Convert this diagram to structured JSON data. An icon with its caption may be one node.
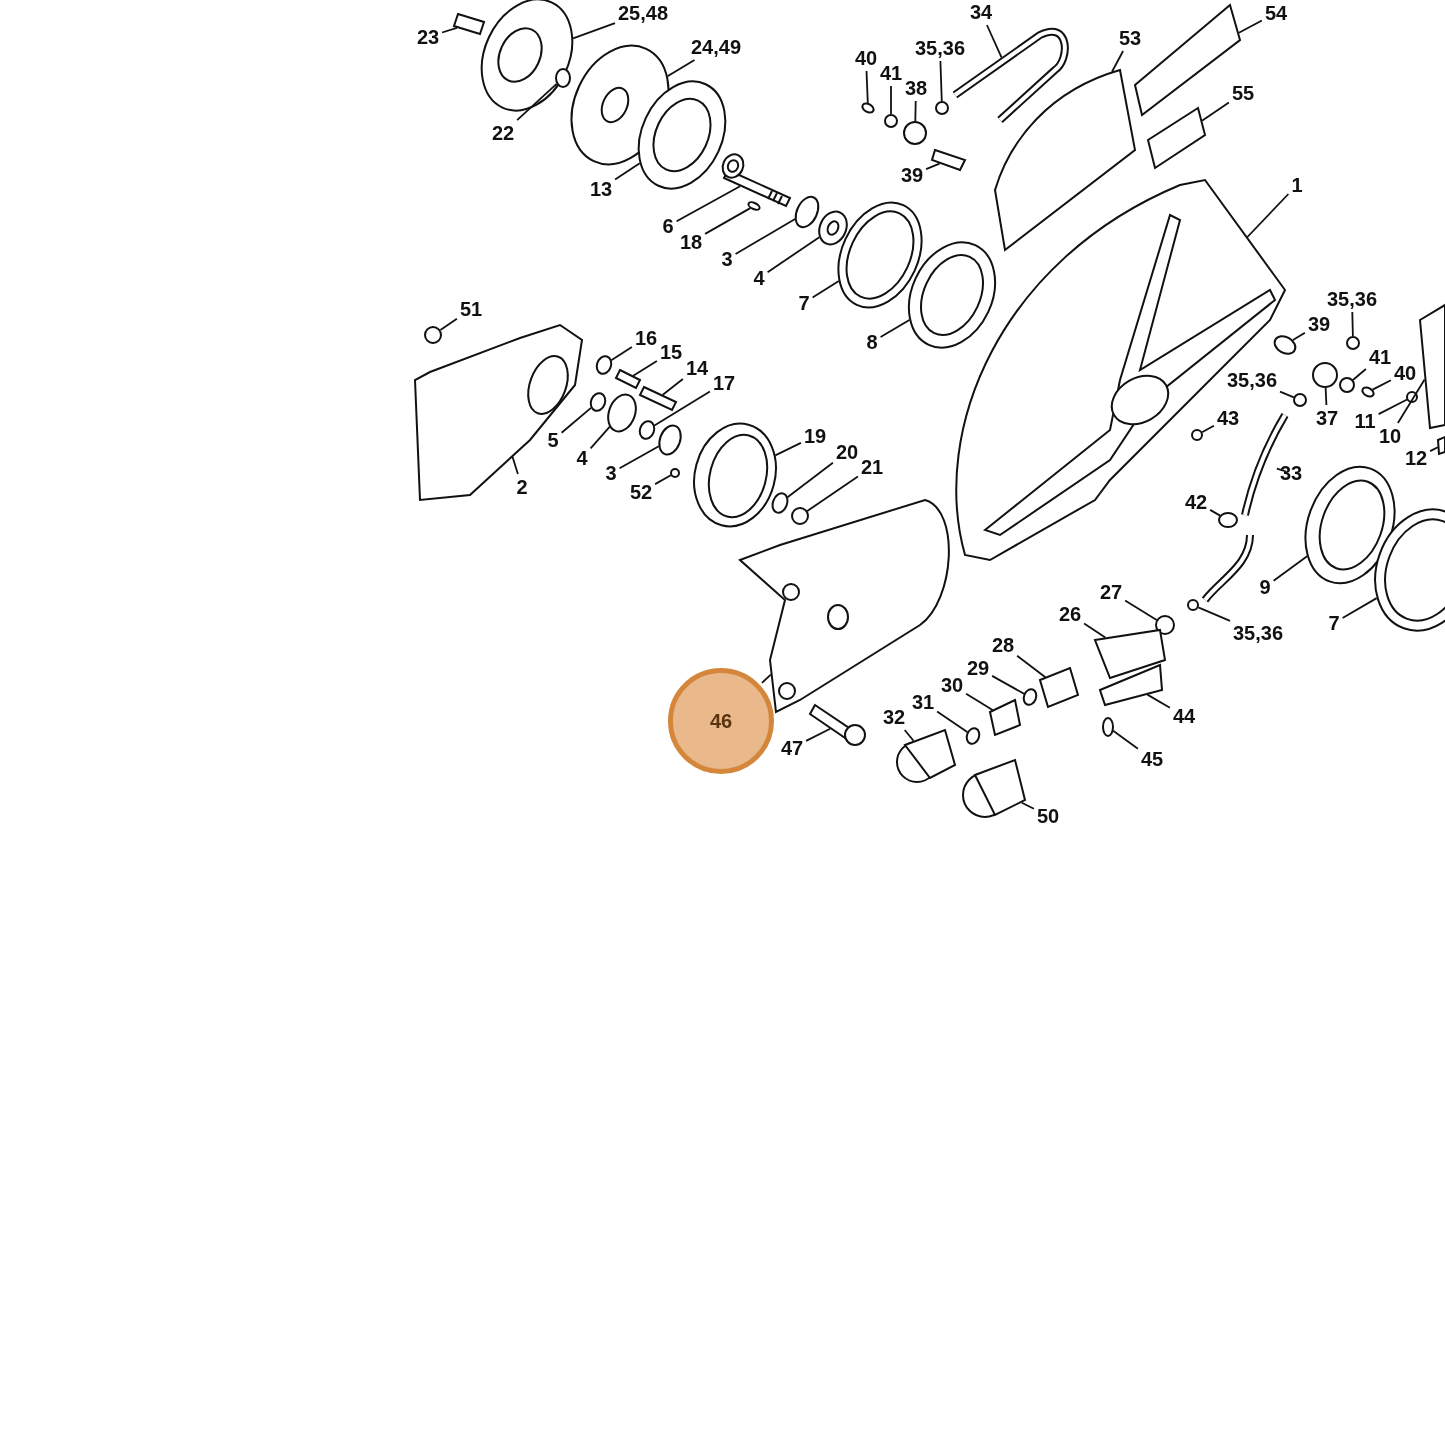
{
  "diagram": {
    "nodes": [
      {
        "text": [
          "23"
        ]
      },
      {
        "text": [
          "25,48"
        ]
      },
      {
        "text": [
          "24,49"
        ]
      },
      {
        "text": [
          "22"
        ]
      },
      {
        "text": [
          "13"
        ]
      },
      {
        "text": [
          "6"
        ]
      },
      {
        "text": [
          "18"
        ]
      },
      {
        "text": [
          "3"
        ]
      },
      {
        "text": [
          "4"
        ]
      },
      {
        "text": [
          "40"
        ]
      },
      {
        "text": [
          "41"
        ]
      },
      {
        "text": [
          "38"
        ]
      },
      {
        "text": [
          "35,36"
        ]
      },
      {
        "text": [
          "34"
        ]
      },
      {
        "text": [
          "53"
        ]
      },
      {
        "text": [
          "54"
        ]
      },
      {
        "text": [
          "55"
        ]
      },
      {
        "text": [
          "39"
        ]
      },
      {
        "text": [
          "1"
        ]
      },
      {
        "text": [
          "7"
        ]
      },
      {
        "text": [
          "8"
        ]
      },
      {
        "text": [
          "51"
        ]
      },
      {
        "text": [
          "16"
        ]
      },
      {
        "text": [
          "15"
        ]
      },
      {
        "text": [
          "14"
        ]
      },
      {
        "text": [
          "17"
        ]
      },
      {
        "text": [
          "5"
        ]
      },
      {
        "text": [
          "4"
        ]
      },
      {
        "text": [
          "3"
        ]
      },
      {
        "text": [
          "52"
        ]
      },
      {
        "text": [
          "2"
        ]
      },
      {
        "text": [
          "19"
        ]
      },
      {
        "text": [
          "20"
        ]
      },
      {
        "text": [
          "21"
        ]
      },
      {
        "text": [
          "35,36"
        ]
      },
      {
        "text": [
          "39"
        ]
      },
      {
        "text": [
          "41"
        ]
      },
      {
        "text": [
          "40"
        ]
      },
      {
        "text": [
          "35,36"
        ]
      },
      {
        "text": [
          "37"
        ]
      },
      {
        "text": [
          "11"
        ]
      },
      {
        "text": [
          "43"
        ]
      },
      {
        "text": [
          "10"
        ]
      },
      {
        "text": [
          "12"
        ]
      },
      {
        "text": [
          "33"
        ]
      },
      {
        "text": [
          "42"
        ]
      },
      {
        "text": [
          "9"
        ]
      },
      {
        "text": [
          "7"
        ]
      },
      {
        "text": [
          "27"
        ]
      },
      {
        "text": [
          "35,36"
        ]
      },
      {
        "text": [
          "26"
        ]
      },
      {
        "text": [
          "28"
        ]
      },
      {
        "text": [
          "29"
        ]
      },
      {
        "text": [
          "30"
        ]
      },
      {
        "text": [
          "31"
        ]
      },
      {
        "text": [
          "32"
        ]
      },
      {
        "text": [
          "44"
        ]
      },
      {
        "text": [
          "45"
        ]
      },
      {
        "text": [
          "50"
        ]
      },
      {
        "text": [
          "46"
        ]
      },
      {
        "text": [
          "47"
        ]
      },
      {
        "text": [],
        "shape": "box"
      },
      {
        "text": [],
        "shape": "picture"
      },
      {
        "text": [],
        "shape": "picture"
      },
      {
        "text": [],
        "shape": "circle"
      },
      {
        "text": [],
        "shape": "picture"
      },
      {
        "text": [],
        "shape": "picture"
      },
      {
        "text": [],
        "shape": "circle"
      },
      {
        "text": [],
        "shape": "circle"
      },
      {
        "text": [],
        "shape": "picture"
      },
      {
        "text": [],
        "shape": "circle"
      },
      {
        "text": [],
        "shape": "circle"
      },
      {
        "text": [],
        "shape": "circle"
      },
      {
        "text": [],
        "shape": "circle"
      },
      {
        "text": [],
        "shape": "picture"
      },
      {
        "text": [],
        "shape": "box"
      },
      {
        "text": [],
        "shape": "box"
      },
      {
        "text": [],
        "shape": "box"
      },
      {
        "text": [],
        "shape": "box"
      },
      {
        "text": [],
        "shape": "picture"
      },
      {
        "text": [],
        "shape": "picture"
      },
      {
        "text": [],
        "shape": "picture"
      },
      {
        "text": [],
        "shape": "circle"
      },
      {
        "text": [],
        "shape": "circle"
      },
      {
        "text": [],
        "shape": "box"
      },
      {
        "text": [],
        "shape": "box"
      },
      {
        "text": [],
        "shape": "circle"
      },
      {
        "text": [],
        "shape": "circle"
      },
      {
        "text": [],
        "shape": "circle"
      },
      {
        "text": [],
        "shape": "circle"
      },
      {
        "text": [],
        "shape": "circle"
      },
      {
        "text": [],
        "shape": "picture"
      },
      {
        "text": [],
        "shape": "picture"
      },
      {
        "text": [],
        "shape": "circle"
      },
      {
        "text": [],
        "shape": "circle"
      },
      {
        "text": [],
        "shape": "circle"
      },
      {
        "text": [],
        "shape": "circle"
      },
      {
        "text": [],
        "shape": "circle"
      },
      {
        "text": [],
        "shape": "circle"
      },
      {
        "text": [],
        "shape": "circle"
      },
      {
        "text": [],
        "shape": "circle"
      },
      {
        "text": [],
        "shape": "circle"
      },
      {
        "text": [],
        "shape": "circle"
      },
      {
        "text": [],
        "shape": "box"
      },
      {
        "text": [],
        "shape": "box"
      },
      {
        "text": [],
        "shape": "picture"
      },
      {
        "text": [],
        "shape": "circle"
      },
      {
        "text": [],
        "shape": "picture"
      },
      {
        "text": [],
        "shape": "picture"
      },
      {
        "text": [],
        "shape": "circle"
      },
      {
        "text": [],
        "shape": "circle"
      },
      {
        "text": [],
        "shape": "box"
      },
      {
        "text": [],
        "shape": "box"
      },
      {
        "text": [],
        "shape": "circle"
      },
      {
        "text": [],
        "shape": "box"
      },
      {
        "text": [],
        "shape": "circle"
      },
      {
        "text": [],
        "shape": "picture"
      },
      {
        "text": [],
        "shape": "box"
      },
      {
        "text": [],
        "shape": "circle"
      },
      {
        "text": [],
        "shape": "picture"
      },
      {
        "text": [],
        "shape": "picture"
      },
      {
        "text": [],
        "shape": "picture"
      }
    ],
    "edges": [
      {
        "from": 0,
        "to": 61,
        "arrow": "none"
      },
      {
        "from": 1,
        "to": 62,
        "arrow": "none"
      },
      {
        "from": 2,
        "to": 63,
        "arrow": "none"
      },
      {
        "from": 3,
        "to": 64,
        "arrow": "none"
      },
      {
        "from": 4,
        "to": 65,
        "arrow": "none"
      },
      {
        "from": 5,
        "to": 66,
        "arrow": "none"
      },
      {
        "from": 6,
        "to": 67,
        "arrow": "none"
      },
      {
        "from": 7,
        "to": 68,
        "arrow": "none"
      },
      {
        "from": 8,
        "to": 69,
        "arrow": "none"
      },
      {
        "from": 9,
        "to": 70,
        "arrow": "none"
      },
      {
        "from": 10,
        "to": 71,
        "arrow": "none"
      },
      {
        "from": 11,
        "to": 72,
        "arrow": "none"
      },
      {
        "from": 12,
        "to": 73,
        "arrow": "none"
      },
      {
        "from": 13,
        "to": 74,
        "arrow": "none"
      },
      {
        "from": 14,
        "to": 75,
        "arrow": "none"
      },
      {
        "from": 15,
        "to": 76,
        "arrow": "none"
      },
      {
        "from": 16,
        "to": 77,
        "arrow": "none"
      },
      {
        "from": 17,
        "to": 78,
        "arrow": "none"
      },
      {
        "from": 18,
        "to": 79,
        "arrow": "none"
      },
      {
        "from": 19,
        "to": 80,
        "arrow": "none"
      },
      {
        "from": 20,
        "to": 81,
        "arrow": "none"
      },
      {
        "from": 21,
        "to": 82,
        "arrow": "none"
      },
      {
        "from": 22,
        "to": 83,
        "arrow": "none"
      },
      {
        "from": 23,
        "to": 84,
        "arrow": "none"
      },
      {
        "from": 24,
        "to": 85,
        "arrow": "none"
      },
      {
        "from": 25,
        "to": 86,
        "arrow": "none"
      },
      {
        "from": 26,
        "to": 87,
        "arrow": "none"
      },
      {
        "from": 27,
        "to": 88,
        "arrow": "none"
      },
      {
        "from": 28,
        "to": 89,
        "arrow": "none"
      },
      {
        "from": 29,
        "to": 90,
        "arrow": "none"
      },
      {
        "from": 30,
        "to": 91,
        "arrow": "none"
      },
      {
        "from": 31,
        "to": 92,
        "arrow": "none"
      },
      {
        "from": 32,
        "to": 93,
        "arrow": "none"
      },
      {
        "from": 33,
        "to": 94,
        "arrow": "none"
      },
      {
        "from": 34,
        "to": 95,
        "arrow": "none"
      },
      {
        "from": 35,
        "to": 96,
        "arrow": "none"
      },
      {
        "from": 36,
        "to": 97,
        "arrow": "none"
      },
      {
        "from": 37,
        "to": 98,
        "arrow": "none"
      },
      {
        "from": 38,
        "to": 99,
        "arrow": "none"
      },
      {
        "from": 39,
        "to": 100,
        "arrow": "none"
      },
      {
        "from": 40,
        "to": 101,
        "arrow": "none"
      },
      {
        "from": 41,
        "to": 102,
        "arrow": "none"
      },
      {
        "from": 42,
        "to": 103,
        "arrow": "none"
      },
      {
        "from": 43,
        "to": 104,
        "arrow": "none"
      },
      {
        "from": 44,
        "to": 105,
        "arrow": "none"
      },
      {
        "from": 45,
        "to": 106,
        "arrow": "none"
      },
      {
        "from": 46,
        "to": 107,
        "arrow": "none"
      },
      {
        "from": 47,
        "to": 108,
        "arrow": "none"
      },
      {
        "from": 48,
        "to": 109,
        "arrow": "none"
      },
      {
        "from": 49,
        "to": 110,
        "arrow": "none"
      },
      {
        "from": 50,
        "to": 111,
        "arrow": "none"
      },
      {
        "from": 51,
        "to": 112,
        "arrow": "none"
      },
      {
        "from": 52,
        "to": 113,
        "arrow": "none"
      },
      {
        "from": 53,
        "to": 114,
        "arrow": "none"
      },
      {
        "from": 54,
        "to": 115,
        "arrow": "none"
      },
      {
        "from": 55,
        "to": 116,
        "arrow": "none"
      },
      {
        "from": 56,
        "to": 117,
        "arrow": "none"
      },
      {
        "from": 57,
        "to": 118,
        "arrow": "none"
      },
      {
        "from": 58,
        "to": 119,
        "arrow": "none"
      },
      {
        "from": 59,
        "to": 120,
        "arrow": "none"
      },
      {
        "from": 60,
        "to": 121,
        "arrow": "none"
      }
    ]
  }
}
